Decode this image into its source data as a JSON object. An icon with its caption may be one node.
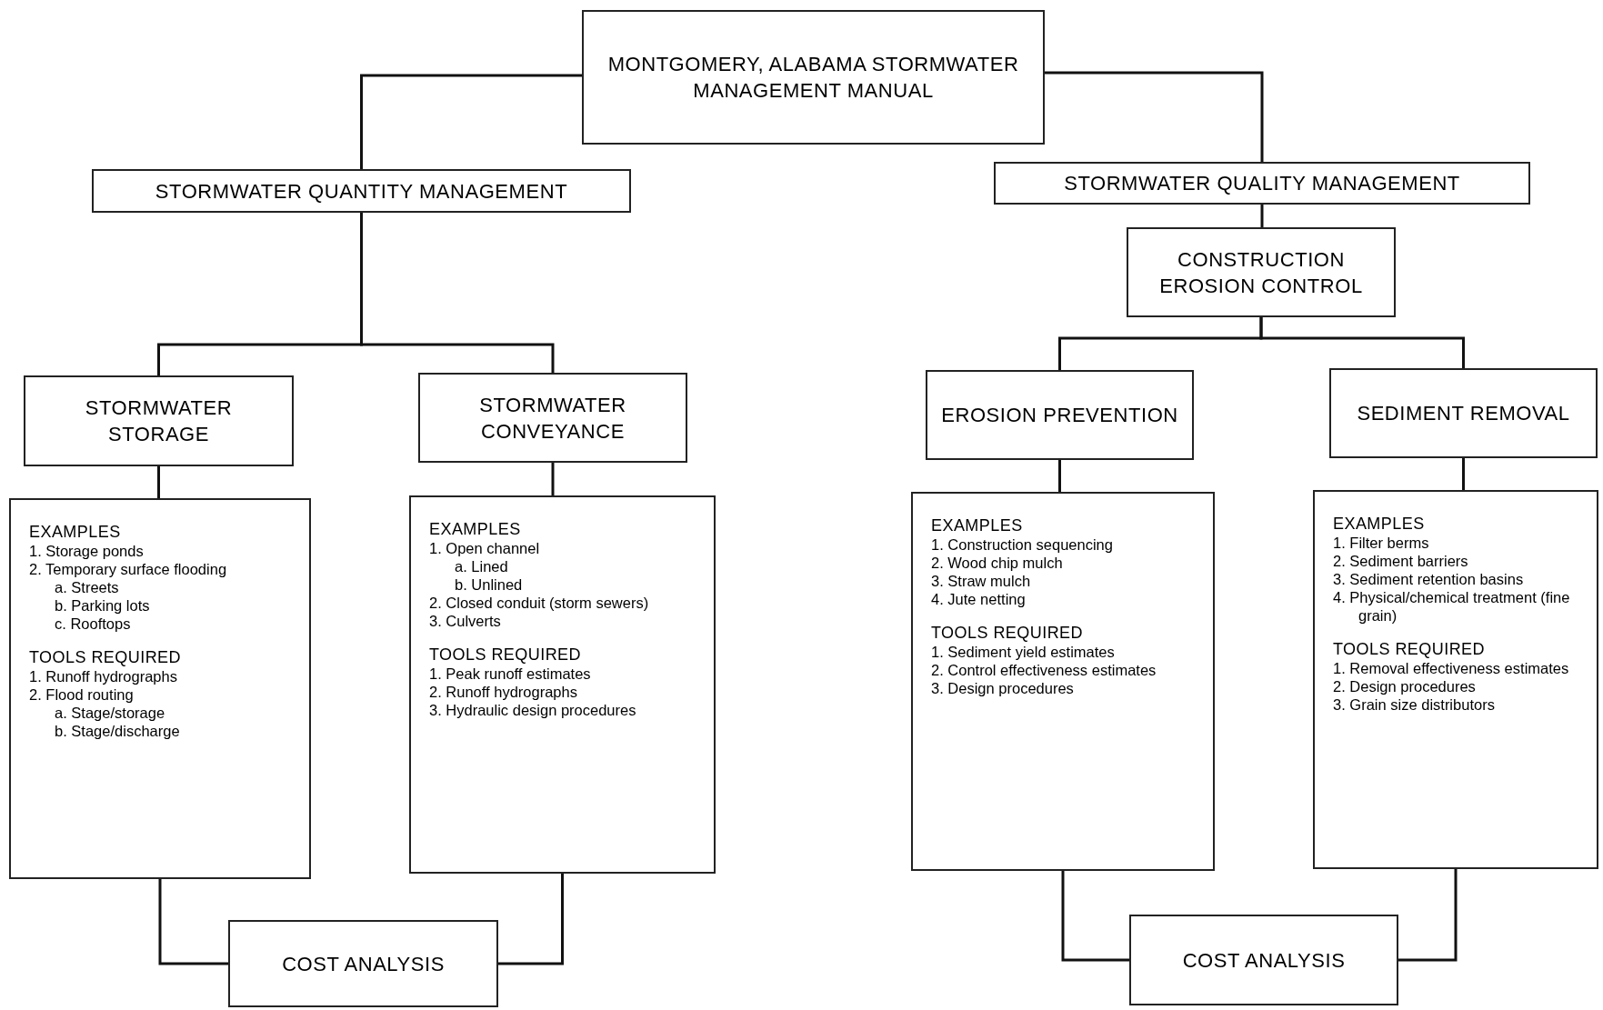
{
  "diagram": {
    "nodes": [
      {
        "text": [
          "MONTGOMERY, ALABAMA STORMWATER MANAGEMENT MANUAL"
        ]
      },
      {
        "text": [
          "STORMWATER QUANTITY MANAGEMENT"
        ]
      },
      {
        "text": [
          "STORMWATER QUALITY MANAGEMENT"
        ]
      },
      {
        "text": [
          "CONSTRUCTION EROSION CONTROL"
        ]
      },
      {
        "text": [
          "STORMWATER STORAGE"
        ]
      },
      {
        "text": [
          "STORMWATER CONVEYANCE"
        ]
      },
      {
        "text": [
          "EROSION PREVENTION"
        ]
      },
      {
        "text": [
          "SEDIMENT REMOVAL"
        ]
      },
      {
        "text": [
          "EXAMPLES",
          "1. Storage ponds",
          "2. Temporary surface flooding",
          "a. Streets",
          "b. Parking lots",
          "c. Rooftops",
          "TOOLS REQUIRED",
          "1. Runoff hydrographs",
          "2. Flood routing",
          "a. Stage/storage",
          "b. Stage/discharge"
        ]
      },
      {
        "text": [
          "EXAMPLES",
          "1. Open channel",
          "a. Lined",
          "b. Unlined",
          "2. Closed conduit (storm sewers)",
          "3. Culverts",
          "TOOLS REQUIRED",
          "1. Peak runoff estimates",
          "2. Runoff hydrographs",
          "3. Hydraulic design procedures"
        ]
      },
      {
        "text": [
          "EXAMPLES",
          "1. Construction sequencing",
          "2. Wood chip mulch",
          "3. Straw mulch",
          "4. Jute netting",
          "TOOLS REQUIRED",
          "1. Sediment yield estimates",
          "2. Control effectiveness estimates",
          "3. Design procedures"
        ]
      },
      {
        "text": [
          "EXAMPLES",
          "1. Filter berms",
          "2. Sediment barriers",
          "3. Sediment retention basins",
          "4. Physical/chemical treatment (fine grain)",
          "TOOLS REQUIRED",
          "1. Removal effectiveness estimates",
          "2. Design procedures",
          "3. Grain size distributors"
        ]
      },
      {
        "text": [
          "COST ANALYSIS"
        ]
      },
      {
        "text": [
          "COST ANALYSIS"
        ]
      }
    ],
    "edges": [
      {
        "from": 0,
        "to": 1,
        "arrow": "none"
      },
      {
        "from": 0,
        "to": 2,
        "arrow": "none"
      },
      {
        "from": 1,
        "to": 4,
        "arrow": "none"
      },
      {
        "from": 1,
        "to": 5,
        "arrow": "none"
      },
      {
        "from": 2,
        "to": 3,
        "arrow": "none"
      },
      {
        "from": 3,
        "to": 6,
        "arrow": "none"
      },
      {
        "from": 3,
        "to": 7,
        "arrow": "none"
      },
      {
        "from": 4,
        "to": 8,
        "arrow": "none"
      },
      {
        "from": 5,
        "to": 9,
        "arrow": "none"
      },
      {
        "from": 6,
        "to": 10,
        "arrow": "none"
      },
      {
        "from": 7,
        "to": 11,
        "arrow": "none"
      },
      {
        "from": 8,
        "to": 12,
        "arrow": "none"
      },
      {
        "from": 9,
        "to": 12,
        "arrow": "none"
      },
      {
        "from": 10,
        "to": 13,
        "arrow": "none"
      },
      {
        "from": 11,
        "to": 13,
        "arrow": "none"
      }
    ]
  }
}
